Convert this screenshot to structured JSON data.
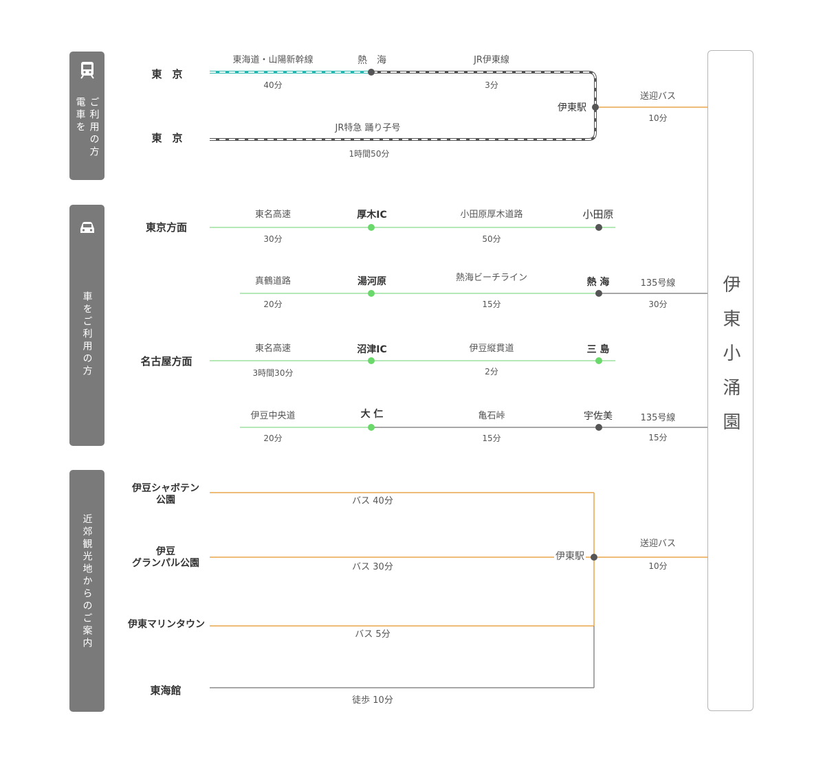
{
  "panels": {
    "train": "電車をご利用の方",
    "car": "車をご利用の方",
    "nearby": "近郊観光地からのご案内"
  },
  "destination": "伊東小涌園",
  "train": {
    "origin1": "東　京",
    "origin2": "東　京",
    "shinkansen": "東海道・山陽新幹線",
    "shinkansen_time": "40分",
    "atami": "熱　海",
    "ito_line": "JR伊東線",
    "ito_line_time": "3分",
    "express": "JR特急 踊り子号",
    "express_time": "1時間50分",
    "ito_station": "伊東駅",
    "shuttle": "送迎バス",
    "shuttle_time": "10分"
  },
  "car": {
    "tokyo": "東京方面",
    "nagoya": "名古屋方面",
    "r1": {
      "route1": "東名高速",
      "time1": "30分",
      "stop1": "厚木IC",
      "route2": "小田原厚木道路",
      "time2": "50分",
      "stop2": "小田原"
    },
    "r2": {
      "route1": "真鶴道路",
      "time1": "20分",
      "stop1": "湯河原",
      "route2": "熱海ビーチライン",
      "time2": "15分",
      "stop2": "熱 海",
      "route3": "135号線",
      "time3": "30分"
    },
    "r3": {
      "route1": "東名高速",
      "time1": "3時間30分",
      "stop1": "沼津IC",
      "route2": "伊豆縦貫道",
      "time2": "2分",
      "stop2": "三 島"
    },
    "r4": {
      "route1": "伊豆中央道",
      "time1": "20分",
      "stop1": "大 仁",
      "route2": "亀石峠",
      "time2": "15分",
      "stop2": "宇佐美",
      "route3": "135号線",
      "time3": "15分"
    }
  },
  "nearby": {
    "p1a": "伊豆シャボテン",
    "p1b": "公園",
    "p1_time": "バス 40分",
    "p2a": "伊豆",
    "p2b": "グランパル公園",
    "p2_time": "バス 30分",
    "p3": "伊東マリンタウン",
    "p3_time": "バス 5分",
    "p4": "東海館",
    "p4_time": "徒歩 10分",
    "ito_station": "伊東駅",
    "shuttle": "送迎バス",
    "shuttle_time": "10分"
  },
  "colors": {
    "panel": "#7a7a7a",
    "shinkansen": "#2cb8b0",
    "jr": "#555555",
    "highway": "#9be09b",
    "node_green": "#6bd86b",
    "orange": "#e8a64a",
    "gray_line": "#8a8a8a"
  }
}
